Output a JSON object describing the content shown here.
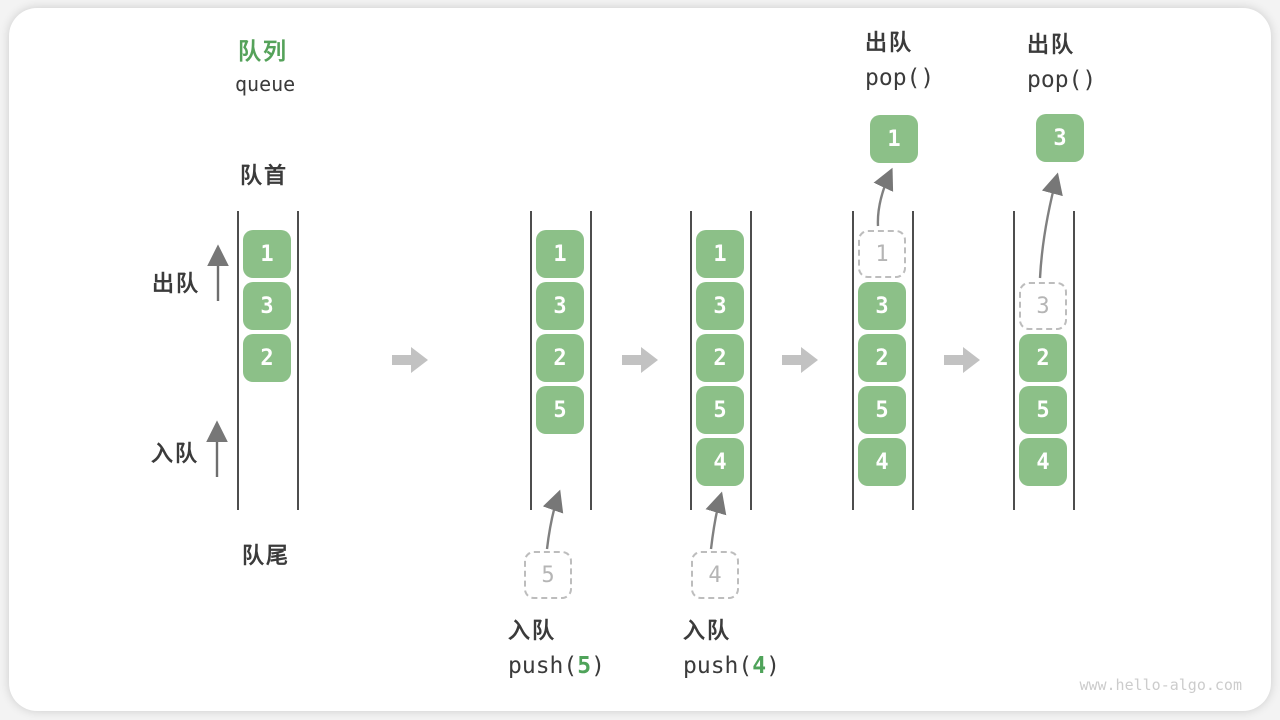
{
  "title": {
    "zh": "队列",
    "en": "queue"
  },
  "labels": {
    "front": "队首",
    "rear": "队尾",
    "dequeue_side": "出队",
    "enqueue_side": "入队"
  },
  "pops": [
    {
      "zh": "出队",
      "code": "pop()",
      "value": "1"
    },
    {
      "zh": "出队",
      "code": "pop()",
      "value": "3"
    }
  ],
  "pushes": [
    {
      "zh": "入队",
      "fn_open": "push(",
      "arg": "5",
      "fn_close": ")",
      "ghost": "5"
    },
    {
      "zh": "入队",
      "fn_open": "push(",
      "arg": "4",
      "fn_close": ")",
      "ghost": "4"
    }
  ],
  "states": [
    {
      "slots": [
        {
          "v": "1"
        },
        {
          "v": "3"
        },
        {
          "v": "2"
        }
      ]
    },
    {
      "slots": [
        {
          "v": "1"
        },
        {
          "v": "3"
        },
        {
          "v": "2"
        },
        {
          "v": "5"
        }
      ]
    },
    {
      "slots": [
        {
          "v": "1"
        },
        {
          "v": "3"
        },
        {
          "v": "2"
        },
        {
          "v": "5"
        },
        {
          "v": "4"
        }
      ]
    },
    {
      "slots": [
        {
          "v": "1",
          "ghost": true
        },
        {
          "v": "3"
        },
        {
          "v": "2"
        },
        {
          "v": "5"
        },
        {
          "v": "4"
        }
      ]
    },
    {
      "slots": [
        {
          "v": "3",
          "ghost": true
        },
        {
          "v": "2"
        },
        {
          "v": "5"
        },
        {
          "v": "4"
        }
      ]
    }
  ],
  "watermark": "www.hello-algo.com",
  "colors": {
    "accent_green": "#55a25a",
    "box_green": "#8cc088"
  }
}
